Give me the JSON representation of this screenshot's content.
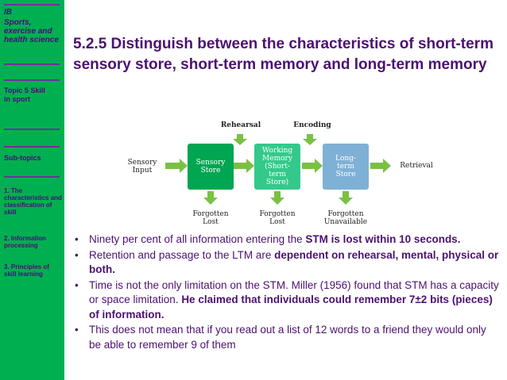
{
  "sidebar": {
    "header_1": "IB",
    "header_2": "Sports, exercise and health science",
    "topic": "Topic 5 Skill in sport",
    "subtopics_label": "Sub-topics",
    "subtopics": [
      "1. The characteristics and classification of skill",
      "2. Information processing",
      "3. Principles of skill learning"
    ]
  },
  "title": "5.2.5 Distinguish between the characteristics of short-term sensory store, short-term memory and long-term memory",
  "diagram": {
    "rehearsal": "Rehearsal",
    "encoding": "Encoding",
    "sensory_input": "Sensory Input",
    "boxes": [
      "Sensory Store",
      "Working Memory (Short-term Store)",
      "Long-term Store"
    ],
    "retrieval": "Retrieval",
    "outputs": [
      "Forgotten Lost",
      "Forgotten Lost",
      "Forgotten Unavailable"
    ],
    "colors": {
      "sensory": "#00a651",
      "working": "#34c98a",
      "long": "#7fb0d6",
      "arrow": "#7ac143"
    }
  },
  "bullets": [
    {
      "pre": "Ninety per cent of all information entering the ",
      "bold": "STM is lost within 10 seconds.",
      "post": ""
    },
    {
      "pre": "Retention and passage to the LTM are ",
      "bold": "dependent on rehearsal, mental, physical or both.",
      "post": ""
    },
    {
      "pre": "Time is not the only limitation on the STM. Miller (1956) found that STM has a capacity or space limitation. ",
      "bold": "He claimed that individuals could remember 7±2 bits (pieces) of information.",
      "post": ""
    },
    {
      "pre": "This does not mean that if you read out a list of 12 words to a friend they would only be able to remember 9 of them",
      "bold": "",
      "post": ""
    }
  ]
}
